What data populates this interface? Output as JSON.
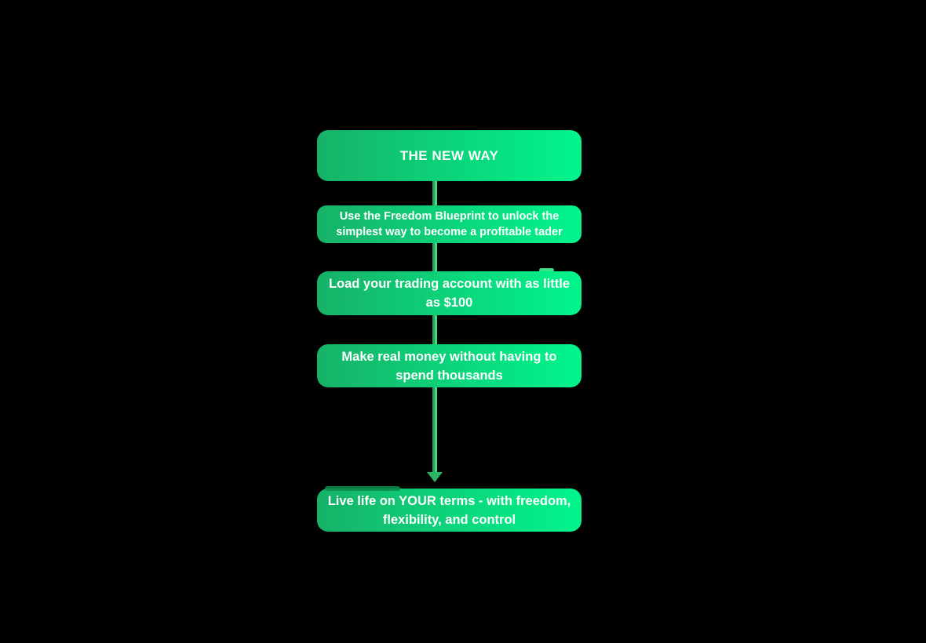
{
  "colors": {
    "background": "#000000",
    "gradient_start": "#17b267",
    "gradient_end": "#00f58c",
    "text": "#ffffff",
    "connector_dark": "#2aa05c",
    "connector_light": "#3bdc81",
    "arrowhead": "#2db463",
    "artifact_light": "#3fe08a",
    "artifact_dark": "#0d8a4c"
  },
  "flowchart": {
    "title": "THE NEW WAY",
    "steps": [
      {
        "lines": [
          "Use the Freedom Blueprint to unlock the",
          "simplest way to become a profitable tader"
        ]
      },
      {
        "lines": [
          "Load your trading account with as little",
          "as $100"
        ]
      },
      {
        "lines": [
          "Make real money without having to",
          "spend thousands"
        ]
      },
      {
        "lines": [
          "Live life on YOUR terms - with freedom,",
          "flexibility, and control"
        ]
      }
    ]
  }
}
